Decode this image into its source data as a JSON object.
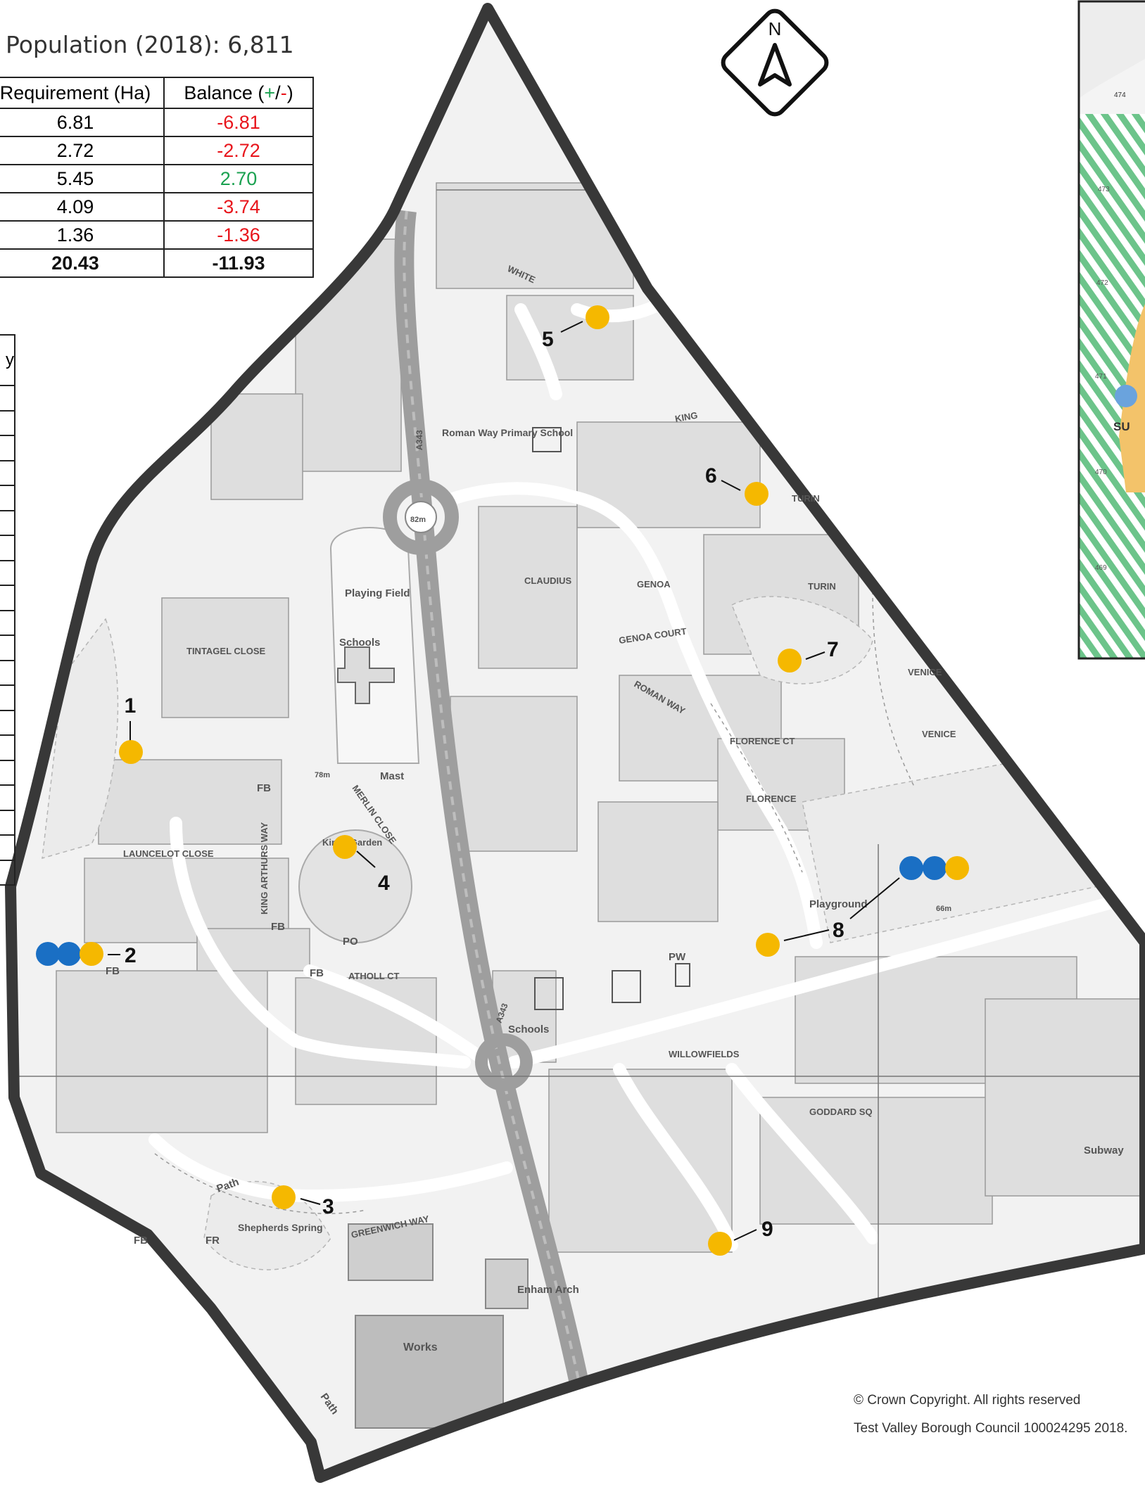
{
  "population_title": "Population (2018): 6,811",
  "requirement_table": {
    "headers": {
      "requirement": "Requirement (Ha)",
      "balance_prefix": "Balance (",
      "balance_plus": "+",
      "balance_slash": "/",
      "balance_minus": "-",
      "balance_suffix": ")"
    },
    "rows": [
      {
        "requirement": "6.81",
        "balance": "-6.81",
        "status": "negative"
      },
      {
        "requirement": "2.72",
        "balance": "-2.72",
        "status": "negative"
      },
      {
        "requirement": "5.45",
        "balance": "2.70",
        "status": "positive"
      },
      {
        "requirement": "4.09",
        "balance": "-3.74",
        "status": "negative"
      },
      {
        "requirement": "1.36",
        "balance": "-1.36",
        "status": "negative"
      }
    ],
    "total": {
      "requirement": "20.43",
      "balance": "-11.93"
    }
  },
  "side_table": {
    "header": "y",
    "row_count": 20
  },
  "north_arrow": {
    "label": "N"
  },
  "site_labels": [
    "1",
    "2",
    "3",
    "4",
    "5",
    "6",
    "7",
    "8",
    "9"
  ],
  "map_labels": {
    "school": "Roman Way Primary School",
    "playing_field": "Playing Field",
    "schools_1": "Schools",
    "schools_2": "Schools",
    "mast": "Mast",
    "tintagel_close": "TINTAGEL CLOSE",
    "launcelot_close": "LAUNCELOT CLOSE",
    "merlin_close": "MERLIN CLOSE",
    "king_arthurs_way": "KING ARTHURS WAY",
    "kings_garden": "Kings Garden",
    "po": "PO",
    "athol_ct": "ATHOLL CT",
    "fb_1": "FB",
    "fb_2": "FB",
    "fb_3": "FB",
    "fb_4": "FB",
    "fr": "FR",
    "fb_5": "FB",
    "path_1": "Path",
    "path_2": "Path",
    "shepherds_spring": "Shepherds Spring",
    "greenwich_way": "GREENWICH WAY",
    "works": "Works",
    "enham_arch": "Enham Arch",
    "pw": "PW",
    "playground": "Playground",
    "genoa_court": "GENOA COURT",
    "genoa": "GENOA",
    "roman_way": "ROMAN WAY",
    "turin": "TURIN",
    "turin_2": "TURIN",
    "venice": "VENICE",
    "venice_2": "VENICE",
    "florence_ct": "FLORENCE CT",
    "florence": "FLORENCE",
    "claudius": "CLAUDIUS",
    "willowfields": "WILLOWFIELDS",
    "goddard_sq": "GODDARD SQ",
    "subway": "Subway",
    "height_82": "82m",
    "height_78": "78m",
    "height_66": "66m",
    "road_a343": "A343",
    "road_a343_2": "A343",
    "white": "WHITE",
    "king": "KING",
    "su": "SU",
    "g474": "474",
    "g473": "473",
    "g472": "472",
    "g471": "471",
    "g470": "470",
    "g469": "469"
  },
  "copyright_lines": [
    "© Crown Copyright. All rights reserved",
    "Test Valley Borough Council 100024295 2018."
  ],
  "colors": {
    "allotment_yellow": "#f5b800",
    "play_blue": "#1a6fc4",
    "boundary": "#383838",
    "negative": "#e8141b",
    "positive": "#1aa150",
    "green_hatch": "#6cc48a",
    "inset_orange": "#f3c36a"
  }
}
